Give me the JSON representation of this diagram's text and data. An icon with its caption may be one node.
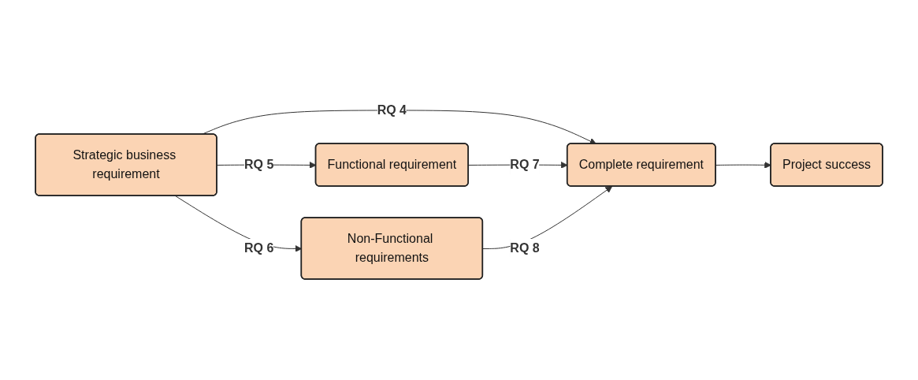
{
  "diagram": {
    "nodes": [
      {
        "text": [
          "Strategic business requirement"
        ]
      },
      {
        "text": [
          "Functional requirement"
        ]
      },
      {
        "text": [
          "Non-Functional requirements"
        ]
      },
      {
        "text": [
          "Complete requirement"
        ]
      },
      {
        "text": [
          "Project success"
        ]
      }
    ],
    "edges": [
      {
        "from": 0,
        "to": 3,
        "arrow": "to",
        "label": "RQ 4"
      },
      {
        "from": 0,
        "to": 1,
        "arrow": "to",
        "label": "RQ 5"
      },
      {
        "from": 0,
        "to": 2,
        "arrow": "to",
        "label": "RQ 6"
      },
      {
        "from": 1,
        "to": 3,
        "arrow": "to",
        "label": "RQ 7"
      },
      {
        "from": 2,
        "to": 3,
        "arrow": "to",
        "label": "RQ 8"
      },
      {
        "from": 3,
        "to": 4,
        "arrow": "to"
      }
    ]
  }
}
